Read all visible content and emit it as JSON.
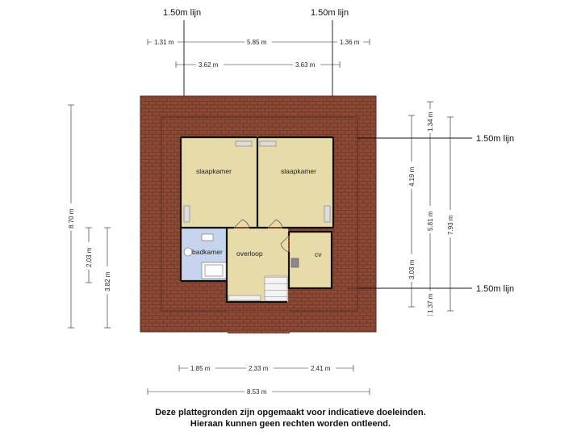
{
  "lines": {
    "top_left": "1.50m lijn",
    "top_right": "1.50m lijn",
    "right_top": "1.50m lijn",
    "right_bottom": "1.50m lijn"
  },
  "dims": {
    "top": [
      "1.31 m",
      "5.85 m",
      "1.36 m"
    ],
    "top2": [
      "3.62 m",
      "3.63 m"
    ],
    "left_total": "8.70 m",
    "left_a": "2.03 m",
    "left_b": "3.82 m",
    "right_a": "1.34 m",
    "right_b": "4.19 m",
    "right_c": "3.03 m",
    "right_d": "1.37 m",
    "right_e": "5.81 m",
    "right_f": "7.93 m",
    "bottom": [
      "1.85 m",
      "2.33 m",
      "2.41 m"
    ],
    "bottom_total": "8.53 m"
  },
  "rooms": {
    "slaapkamer_left": "slaapkamer",
    "slaapkamer_right": "slaapkamer",
    "badkamer": "badkamer",
    "overloop": "overloop",
    "cv": "cv"
  },
  "colors": {
    "roof": "#8c4a36",
    "roof_line": "#5e2c1f",
    "room_fill": "#e6dba9",
    "bath_fill": "#c6d4ee",
    "wall": "#111111"
  },
  "disclaimer": {
    "line1": "Deze plattegronden zijn opgemaakt voor indicatieve doeleinden.",
    "line2": "Hieraan kunnen geen rechten worden ontleend."
  }
}
